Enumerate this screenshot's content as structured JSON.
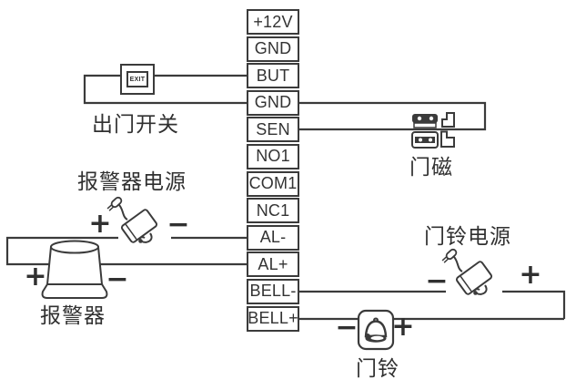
{
  "terminal_block": {
    "terminals": [
      "+12V",
      "GND",
      "BUT",
      "GND",
      "SEN",
      "NO1",
      "COM1",
      "NC1",
      "AL-",
      "AL+",
      "BELL-",
      "BELL+"
    ]
  },
  "components": {
    "exit_switch": {
      "label": "出门开关",
      "button_text": "EXIT"
    },
    "door_sensor": {
      "label": "门磁"
    },
    "alarm_power": {
      "label": "报警器电源",
      "plus": "+",
      "minus": "−"
    },
    "alarm_siren": {
      "label": "报警器",
      "plus": "+",
      "minus": "−"
    },
    "bell_power": {
      "label": "门铃电源",
      "plus": "+",
      "minus": "−"
    },
    "doorbell": {
      "label": "门铃",
      "plus": "+",
      "minus": "−"
    }
  },
  "colors": {
    "line": "#3b3b3b",
    "background": "#ffffff",
    "text": "#303030"
  }
}
